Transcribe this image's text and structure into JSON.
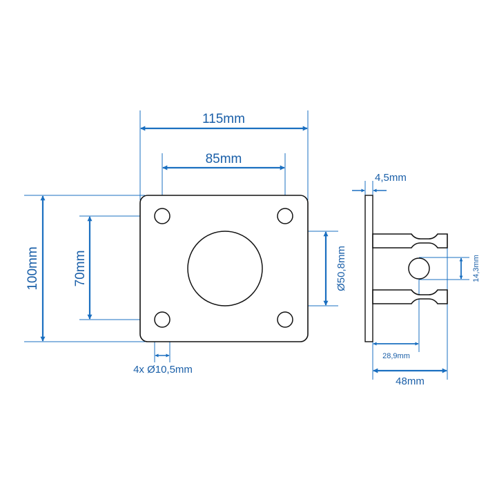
{
  "colors": {
    "dimension": "#1a6fc0",
    "label": "#1a5fa8",
    "outline": "#111111",
    "background": "#ffffff"
  },
  "front_view": {
    "width": "115mm",
    "hole_spacing_horizontal": "85mm",
    "height": "100mm",
    "hole_spacing_vertical": "70mm",
    "center_hole": "Ø50,8mm",
    "mounting_holes": "4x Ø10,5mm"
  },
  "side_view": {
    "plate_thickness": "4,5mm",
    "pin_hole": "14,3mm",
    "pin_hole_offset": "28,9mm",
    "depth": "48mm"
  }
}
